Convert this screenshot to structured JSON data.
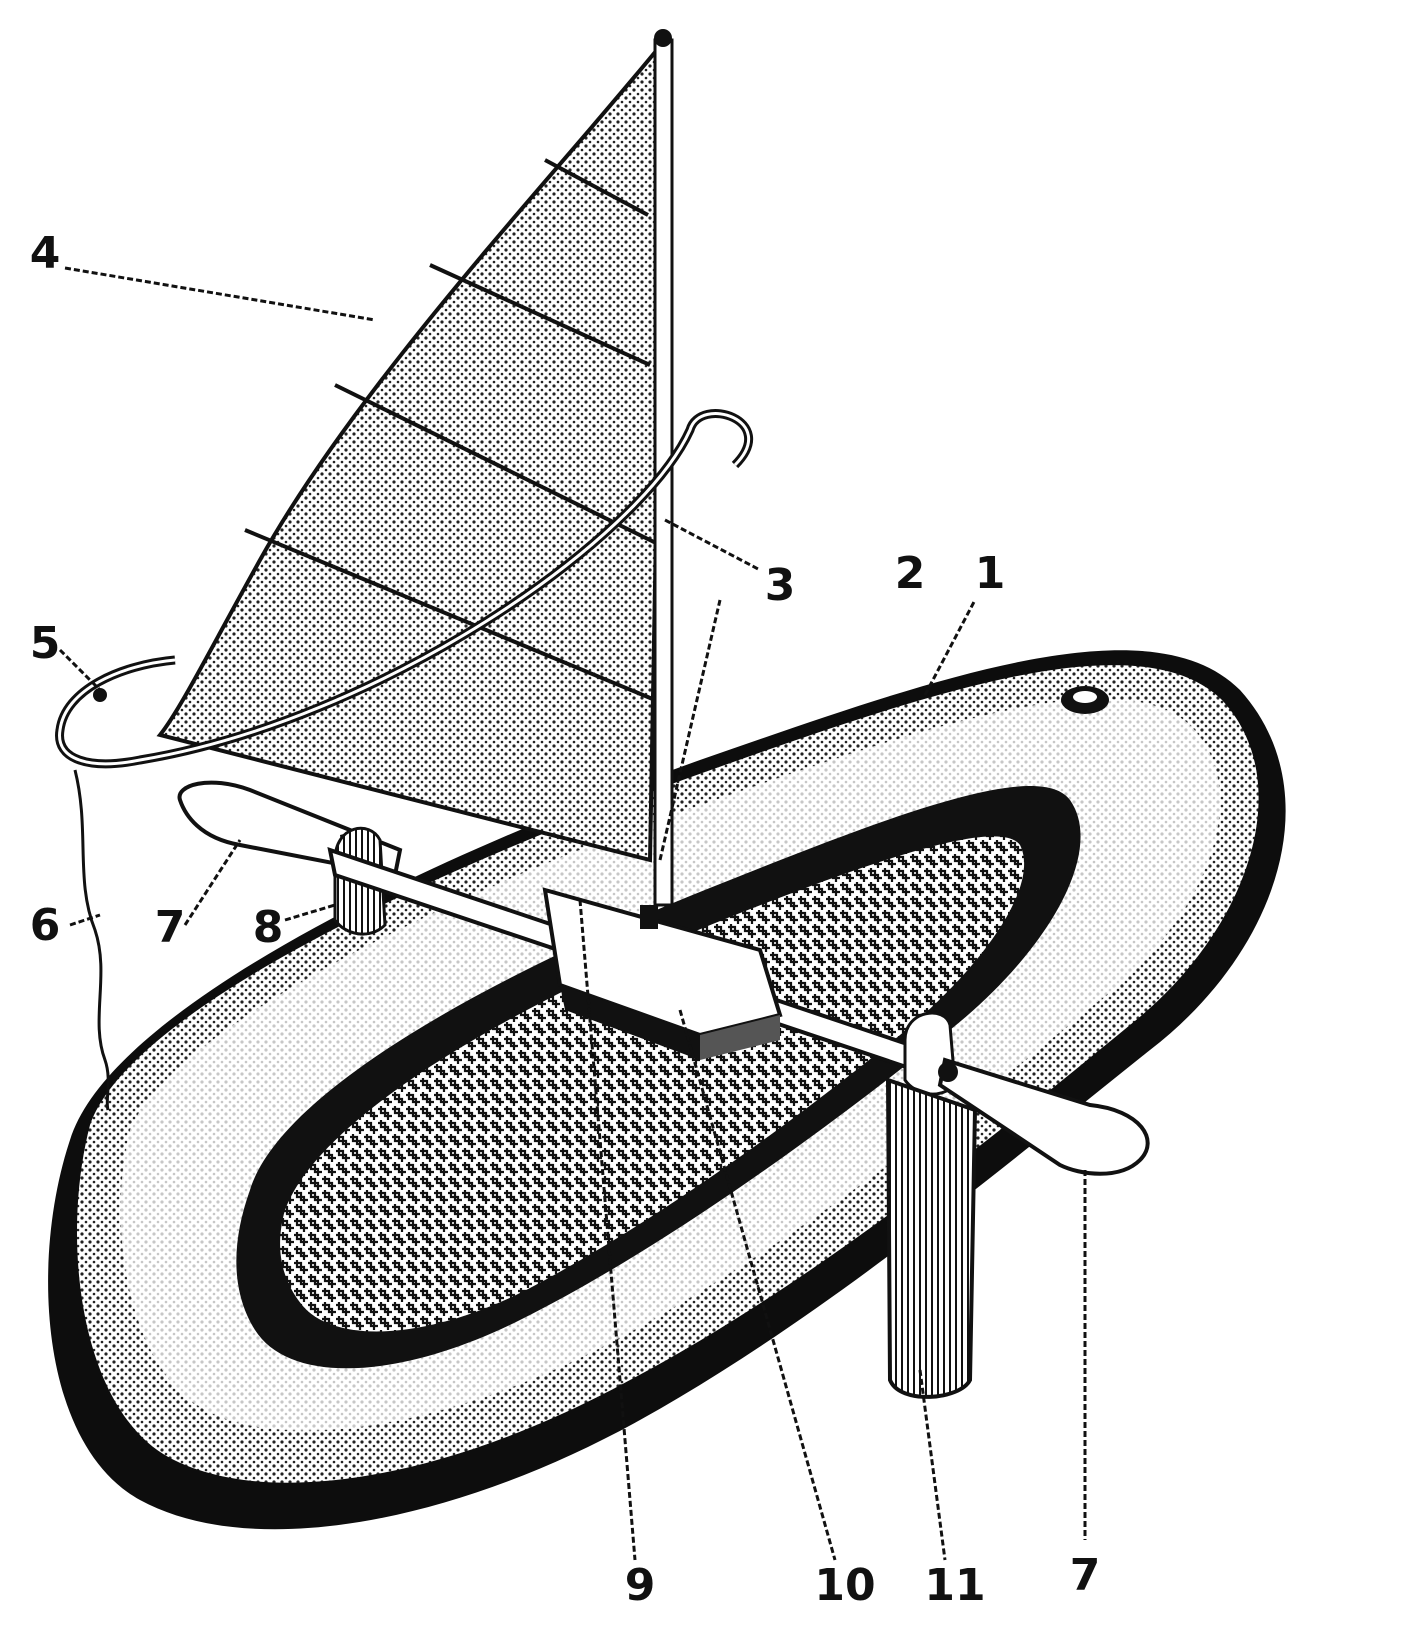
{
  "figure": {
    "callouts": [
      {
        "id": "c1",
        "label": "1"
      },
      {
        "id": "c2",
        "label": "2"
      },
      {
        "id": "c3",
        "label": "3"
      },
      {
        "id": "c4",
        "label": "4"
      },
      {
        "id": "c5",
        "label": "5"
      },
      {
        "id": "c6",
        "label": "6"
      },
      {
        "id": "c7a",
        "label": "7"
      },
      {
        "id": "c7b",
        "label": "7"
      },
      {
        "id": "c8",
        "label": "8"
      },
      {
        "id": "c9",
        "label": "9"
      },
      {
        "id": "c10",
        "label": "10"
      },
      {
        "id": "c11",
        "label": "11"
      }
    ]
  }
}
